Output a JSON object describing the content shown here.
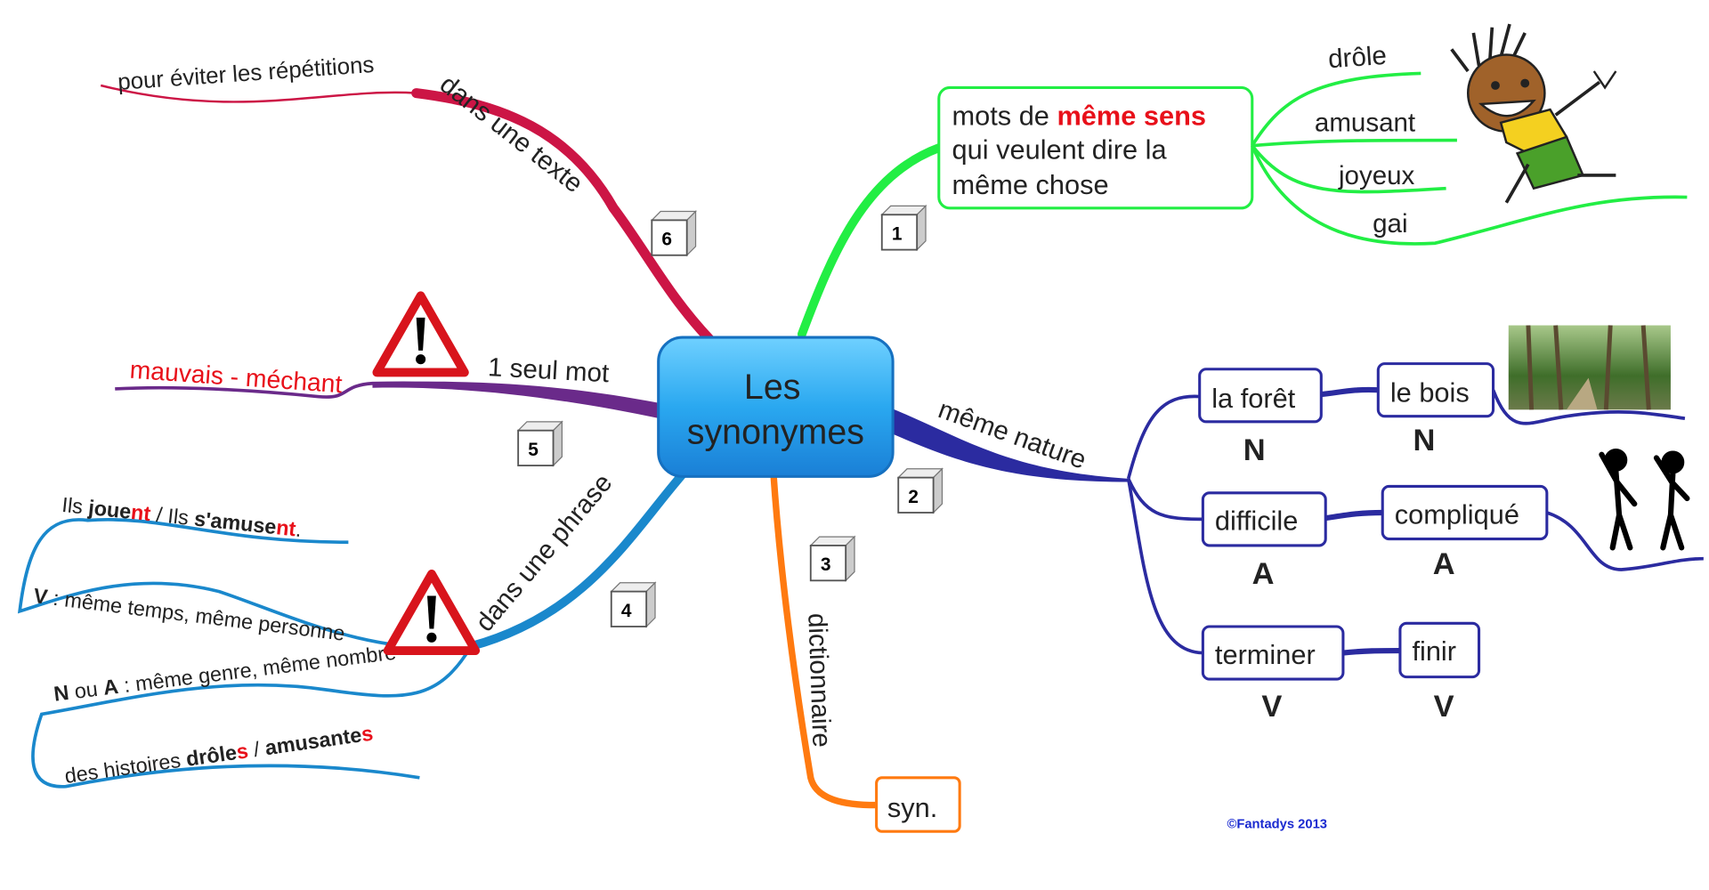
{
  "center": {
    "line1": "Les",
    "line2": "synonymes"
  },
  "branch1": {
    "number": "1",
    "box": {
      "l1_a": "mots de ",
      "l1_b": "même sens",
      "l2": "qui veulent dire la",
      "l3": "même chose"
    },
    "words": [
      "drôle",
      "amusant",
      "joyeux",
      "gai"
    ],
    "color": "#22ee44"
  },
  "branch2": {
    "number": "2",
    "label": "même nature",
    "color": "#2b2ba0",
    "pairs": [
      {
        "a": "la forêt",
        "a_type": "N",
        "b": "le bois",
        "b_type": "N"
      },
      {
        "a": "difficile",
        "a_type": "A",
        "b": "compliqué",
        "b_type": "A"
      },
      {
        "a": "terminer",
        "a_type": "V",
        "b": "finir",
        "b_type": "V"
      }
    ]
  },
  "branch3": {
    "number": "3",
    "label": "dictionnaire",
    "box": "syn.",
    "color": "#ff7a10"
  },
  "branch4": {
    "number": "4",
    "label": "dans une phrase",
    "color": "#1a88cc",
    "ex1": {
      "a": "Ils ",
      "b": "joue",
      "c": "nt",
      "d": " / Ils ",
      "e": "s'amuse",
      "f": "nt",
      "g": "."
    },
    "rule_v": {
      "a": "V",
      "b": " : même temps, même personne"
    },
    "rule_na": {
      "a": "N",
      "b": " ou ",
      "c": "A",
      "d": " : même genre, même nombre"
    },
    "ex2": {
      "a": "des histoires ",
      "b": "drôle",
      "c": "s",
      "d": " / ",
      "e": "amusante",
      "f": "s"
    }
  },
  "branch5": {
    "number": "5",
    "label": "1 seul mot",
    "example": "mauvais - méchant",
    "color": "#6a2a8a"
  },
  "branch6": {
    "number": "6",
    "label": "dans une texte",
    "sub": "pour éviter les répétitions",
    "color": "#cc1545"
  },
  "credit": "©Fantadys 2013"
}
